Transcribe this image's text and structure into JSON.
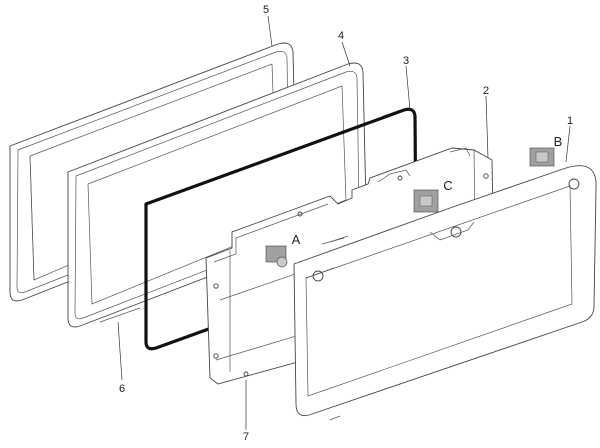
{
  "diagram": {
    "callouts": [
      {
        "id": "1",
        "label": "1"
      },
      {
        "id": "2",
        "label": "2"
      },
      {
        "id": "3",
        "label": "3"
      },
      {
        "id": "4",
        "label": "4"
      },
      {
        "id": "5",
        "label": "5"
      },
      {
        "id": "6",
        "label": "6"
      },
      {
        "id": "7",
        "label": "7"
      }
    ],
    "detail_markers": [
      {
        "id": "A",
        "label": "A"
      },
      {
        "id": "B",
        "label": "B"
      },
      {
        "id": "C",
        "label": "C"
      }
    ],
    "colors": {
      "line": "#444444",
      "seal": "#111111",
      "clip": "#9a9a9a"
    }
  }
}
